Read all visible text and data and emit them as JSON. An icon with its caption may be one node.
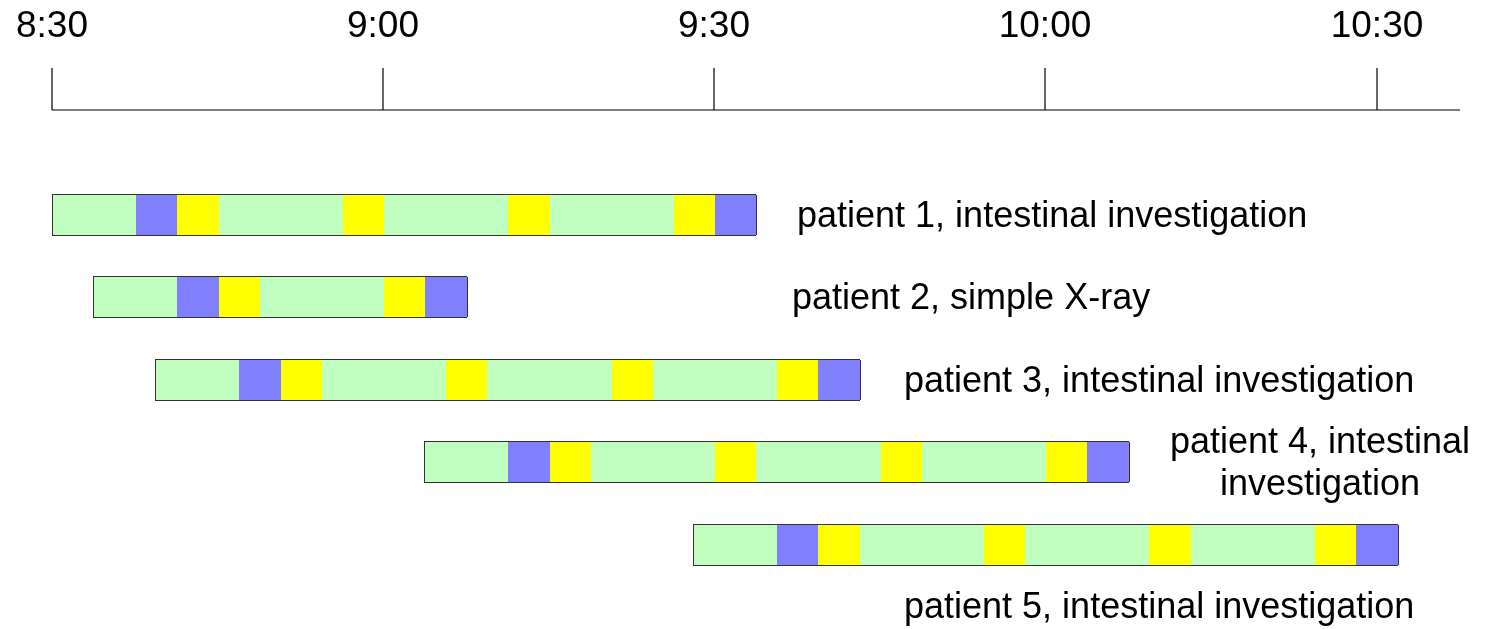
{
  "diagram": {
    "nodes": [
      {
        "text": [],
        "shape": "bar",
        "beside": [
          "patient 1, intestinal investigation"
        ]
      },
      {
        "text": [],
        "shape": "box",
        "in": 0
      },
      {
        "text": [],
        "shape": "box",
        "in": 0
      },
      {
        "text": [],
        "shape": "box",
        "in": 0
      },
      {
        "text": [],
        "shape": "box",
        "in": 0
      },
      {
        "text": [],
        "shape": "box",
        "in": 0
      },
      {
        "text": [],
        "shape": "box",
        "in": 0
      },
      {
        "text": [],
        "shape": "box",
        "in": 0
      },
      {
        "text": [],
        "shape": "box",
        "in": 0
      },
      {
        "text": [],
        "shape": "box",
        "in": 0
      },
      {
        "text": [],
        "shape": "box",
        "in": 0
      },
      {
        "text": [],
        "shape": "bar"
      },
      {
        "text": [],
        "shape": "box",
        "in": 11
      },
      {
        "text": [],
        "shape": "box",
        "in": 11
      },
      {
        "text": [],
        "shape": "box",
        "in": 11
      },
      {
        "text": [],
        "shape": "box",
        "in": 11
      },
      {
        "text": [],
        "shape": "box",
        "in": 11
      },
      {
        "text": [],
        "shape": "box",
        "in": 11
      },
      {
        "text": [],
        "shape": "bar",
        "beside": [
          "patient 3, intestinal investigation"
        ]
      },
      {
        "text": [],
        "shape": "box",
        "in": 18
      },
      {
        "text": [],
        "shape": "box",
        "in": 18
      },
      {
        "text": [],
        "shape": "box",
        "in": 18
      },
      {
        "text": [],
        "shape": "box",
        "in": 18
      },
      {
        "text": [],
        "shape": "box",
        "in": 18
      },
      {
        "text": [],
        "shape": "box",
        "in": 18
      },
      {
        "text": [],
        "shape": "box",
        "in": 18
      },
      {
        "text": [],
        "shape": "box",
        "in": 18
      },
      {
        "text": [],
        "shape": "box",
        "in": 18
      },
      {
        "text": [],
        "shape": "box",
        "in": 18
      },
      {
        "text": [],
        "shape": "bar",
        "beside": [
          "patient 4, intestinal investigation"
        ]
      },
      {
        "text": [],
        "shape": "box",
        "in": 29
      },
      {
        "text": [],
        "shape": "box",
        "in": 29
      },
      {
        "text": [],
        "shape": "box",
        "in": 29
      },
      {
        "text": [],
        "shape": "box",
        "in": 29
      },
      {
        "text": [],
        "shape": "box",
        "in": 29
      },
      {
        "text": [],
        "shape": "box",
        "in": 29
      },
      {
        "text": [],
        "shape": "box",
        "in": 29
      },
      {
        "text": [],
        "shape": "box",
        "in": 29
      },
      {
        "text": [],
        "shape": "box",
        "in": 29
      },
      {
        "text": [],
        "shape": "box",
        "in": 29
      },
      {
        "text": [],
        "shape": "bar",
        "beside": [
          "patient 5, intestinal investigation"
        ]
      },
      {
        "text": [],
        "shape": "box",
        "in": 40
      },
      {
        "text": [],
        "shape": "box",
        "in": 40
      },
      {
        "text": [],
        "shape": "box",
        "in": 40
      },
      {
        "text": [],
        "shape": "box",
        "in": 40
      },
      {
        "text": [],
        "shape": "box",
        "in": 40
      },
      {
        "text": [],
        "shape": "box",
        "in": 40
      },
      {
        "text": [],
        "shape": "box",
        "in": 40
      },
      {
        "text": [],
        "shape": "box",
        "in": 40
      },
      {
        "text": [],
        "shape": "box",
        "in": 40
      },
      {
        "text": [],
        "shape": "box",
        "in": 40
      }
    ],
    "labels": [
      "8:30",
      "9:00",
      "9:30",
      "10:00",
      "10:30",
      "patient 2, simple X-ray"
    ]
  }
}
